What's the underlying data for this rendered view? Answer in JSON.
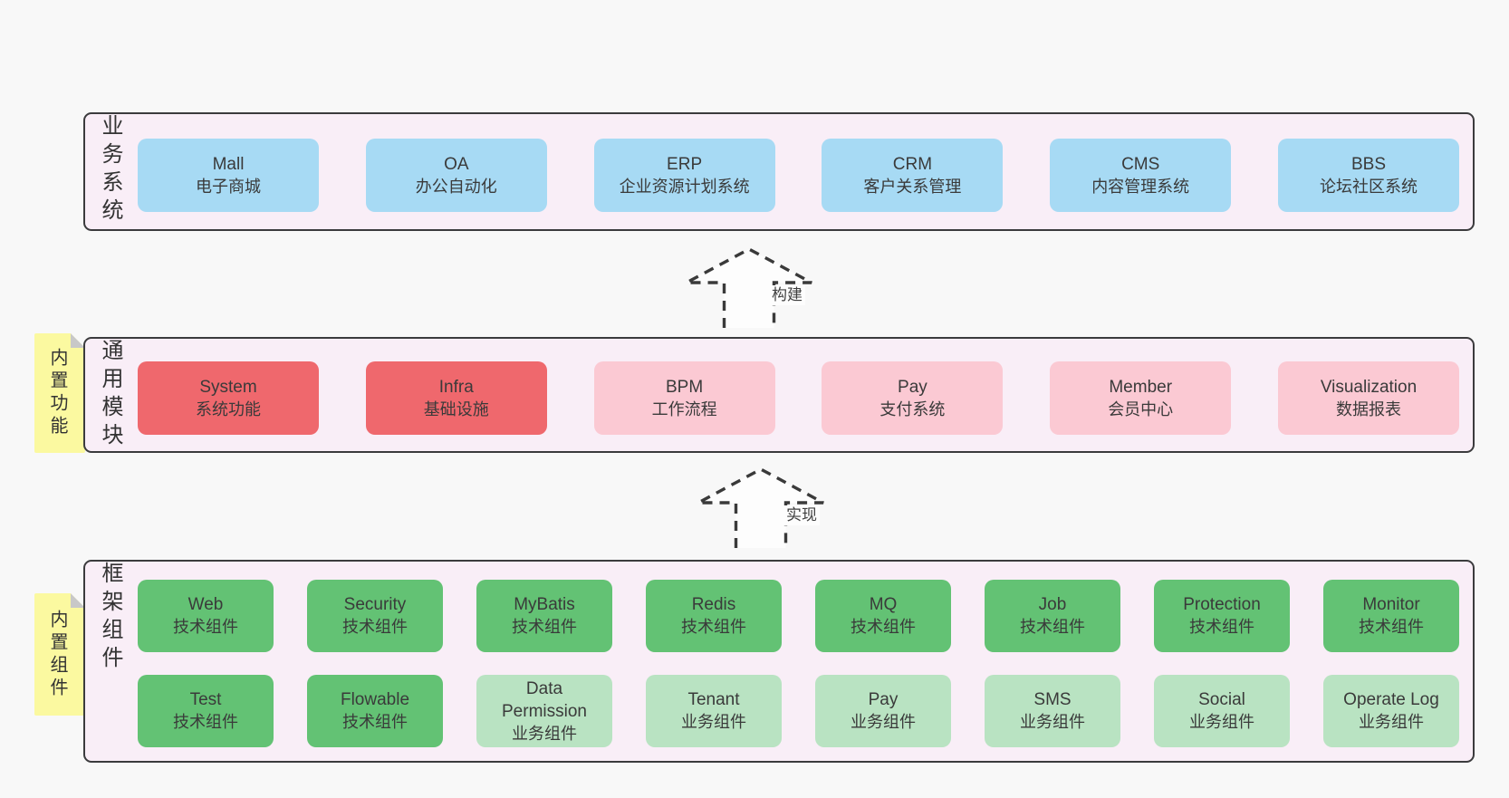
{
  "colors": {
    "page-bg": "#f8f8f8",
    "layer-bg": "#f9eef7",
    "layer-border": "#3b3b3d",
    "tab-yellow": "#fbf9a0",
    "fold-gray": "#c8c8c8",
    "text": "#3a3a3a",
    "arrow": "#3a3a3a",
    "blue": "#a7daf4",
    "red": "#ef686d",
    "pink": "#fbc9d3",
    "green": "#63c274",
    "lightgreen": "#b9e3c2"
  },
  "arrows": [
    {
      "id": "build",
      "label": "构建"
    },
    {
      "id": "implement",
      "label": "实现"
    }
  ],
  "layers": [
    {
      "id": "business",
      "label": "业务系统",
      "boxes": [
        {
          "name": "Mall",
          "desc": "电子商城",
          "variant": "blue"
        },
        {
          "name": "OA",
          "desc": "办公自动化",
          "variant": "blue"
        },
        {
          "name": "ERP",
          "desc": "企业资源计划系统",
          "variant": "blue"
        },
        {
          "name": "CRM",
          "desc": "客户关系管理",
          "variant": "blue"
        },
        {
          "name": "CMS",
          "desc": "内容管理系统",
          "variant": "blue"
        },
        {
          "name": "BBS",
          "desc": "论坛社区系统",
          "variant": "blue"
        }
      ]
    },
    {
      "id": "modules",
      "label": "通用模块",
      "tab": "内置功能",
      "boxes": [
        {
          "name": "System",
          "desc": "系统功能",
          "variant": "red"
        },
        {
          "name": "Infra",
          "desc": "基础设施",
          "variant": "red"
        },
        {
          "name": "BPM",
          "desc": "工作流程",
          "variant": "pink"
        },
        {
          "name": "Pay",
          "desc": "支付系统",
          "variant": "pink"
        },
        {
          "name": "Member",
          "desc": "会员中心",
          "variant": "pink"
        },
        {
          "name": "Visualization",
          "desc": "数据报表",
          "variant": "pink"
        }
      ]
    },
    {
      "id": "components",
      "label": "框架组件",
      "tab": "内置组件",
      "rows": [
        [
          {
            "name": "Web",
            "desc": "技术组件",
            "variant": "green"
          },
          {
            "name": "Security",
            "desc": "技术组件",
            "variant": "green"
          },
          {
            "name": "MyBatis",
            "desc": "技术组件",
            "variant": "green"
          },
          {
            "name": "Redis",
            "desc": "技术组件",
            "variant": "green"
          },
          {
            "name": "MQ",
            "desc": "技术组件",
            "variant": "green"
          },
          {
            "name": "Job",
            "desc": "技术组件",
            "variant": "green"
          },
          {
            "name": "Protection",
            "desc": "技术组件",
            "variant": "green"
          },
          {
            "name": "Monitor",
            "desc": "技术组件",
            "variant": "green"
          }
        ],
        [
          {
            "name": "Test",
            "desc": "技术组件",
            "variant": "green"
          },
          {
            "name": "Flowable",
            "desc": "技术组件",
            "variant": "green"
          },
          {
            "name": "Data Permission",
            "desc": "业务组件",
            "variant": "lightgreen"
          },
          {
            "name": "Tenant",
            "desc": "业务组件",
            "variant": "lightgreen"
          },
          {
            "name": "Pay",
            "desc": "业务组件",
            "variant": "lightgreen"
          },
          {
            "name": "SMS",
            "desc": "业务组件",
            "variant": "lightgreen"
          },
          {
            "name": "Social",
            "desc": "业务组件",
            "variant": "lightgreen"
          },
          {
            "name": "Operate Log",
            "desc": "业务组件",
            "variant": "lightgreen"
          }
        ]
      ]
    }
  ]
}
